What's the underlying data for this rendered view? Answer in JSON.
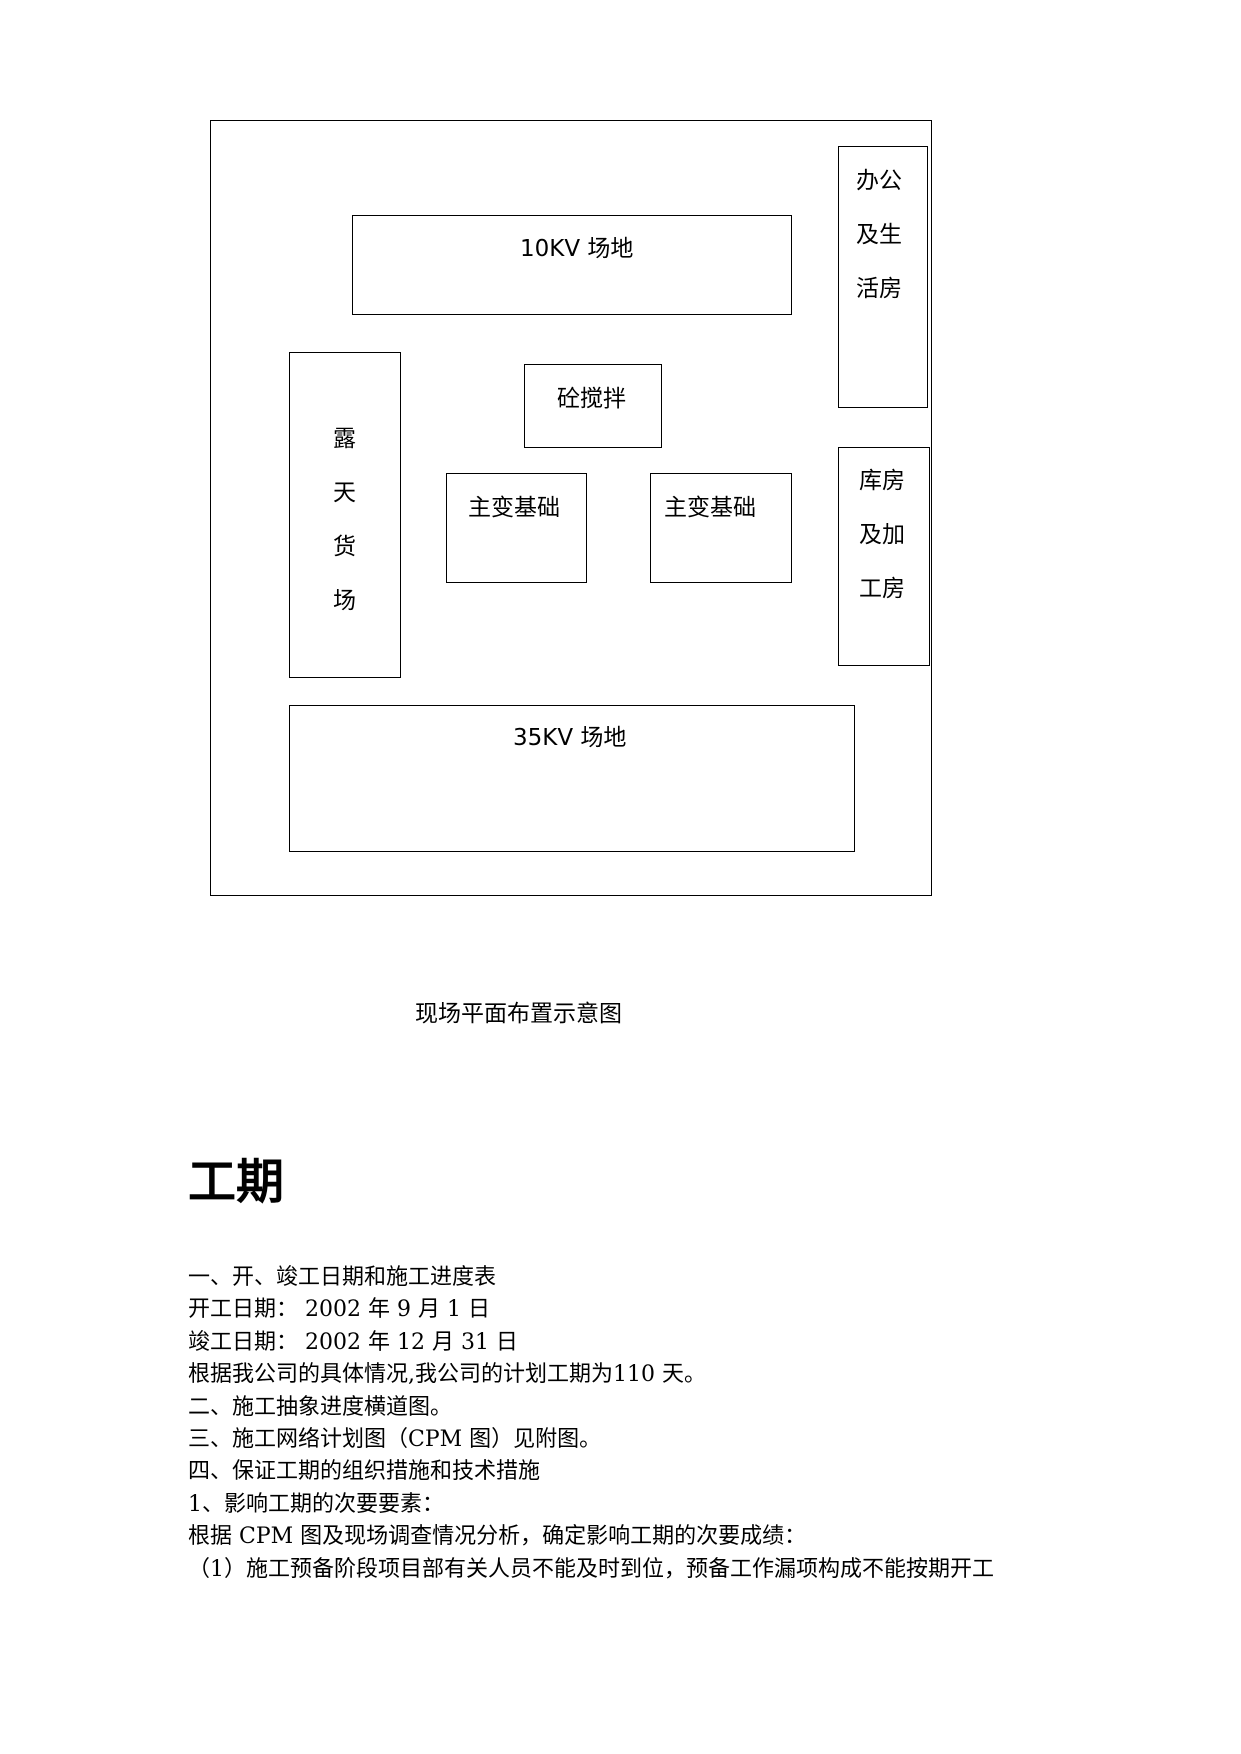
{
  "diagram": {
    "field_10kv": "10KV 场地",
    "concrete_mixing": "砼搅拌",
    "main_transformer_left": "主变基础",
    "main_transformer_right": "主变基础",
    "field_35kv": "35KV 场地",
    "open_yard": [
      "露",
      "天",
      "货",
      "场"
    ],
    "office": [
      "办公",
      "及生",
      "活房"
    ],
    "warehouse": [
      "库房",
      "及加",
      "工房"
    ]
  },
  "caption": "现场平面布置示意图",
  "heading": "工期",
  "lines": [
    "一、开、竣工日期和施工进度表",
    "开工日期：  2002  年 9  月 1  日",
    "竣工日期：  2002  年 12  月 31  日",
    "根据我公司的具体情况,我公司的计划工期为110  天。",
    "二、施工抽象进度横道图。",
    "三、施工网络计划图（CPM  图）见附图。",
    "四、保证工期的组织措施和技术措施",
    "1、影响工期的次要要素：",
    "根据 CPM  图及现场调查情况分析，确定影响工期的次要成绩：",
    "（1）施工预备阶段项目部有关人员不能及时到位，预备工作漏项构成不能按期开工"
  ]
}
